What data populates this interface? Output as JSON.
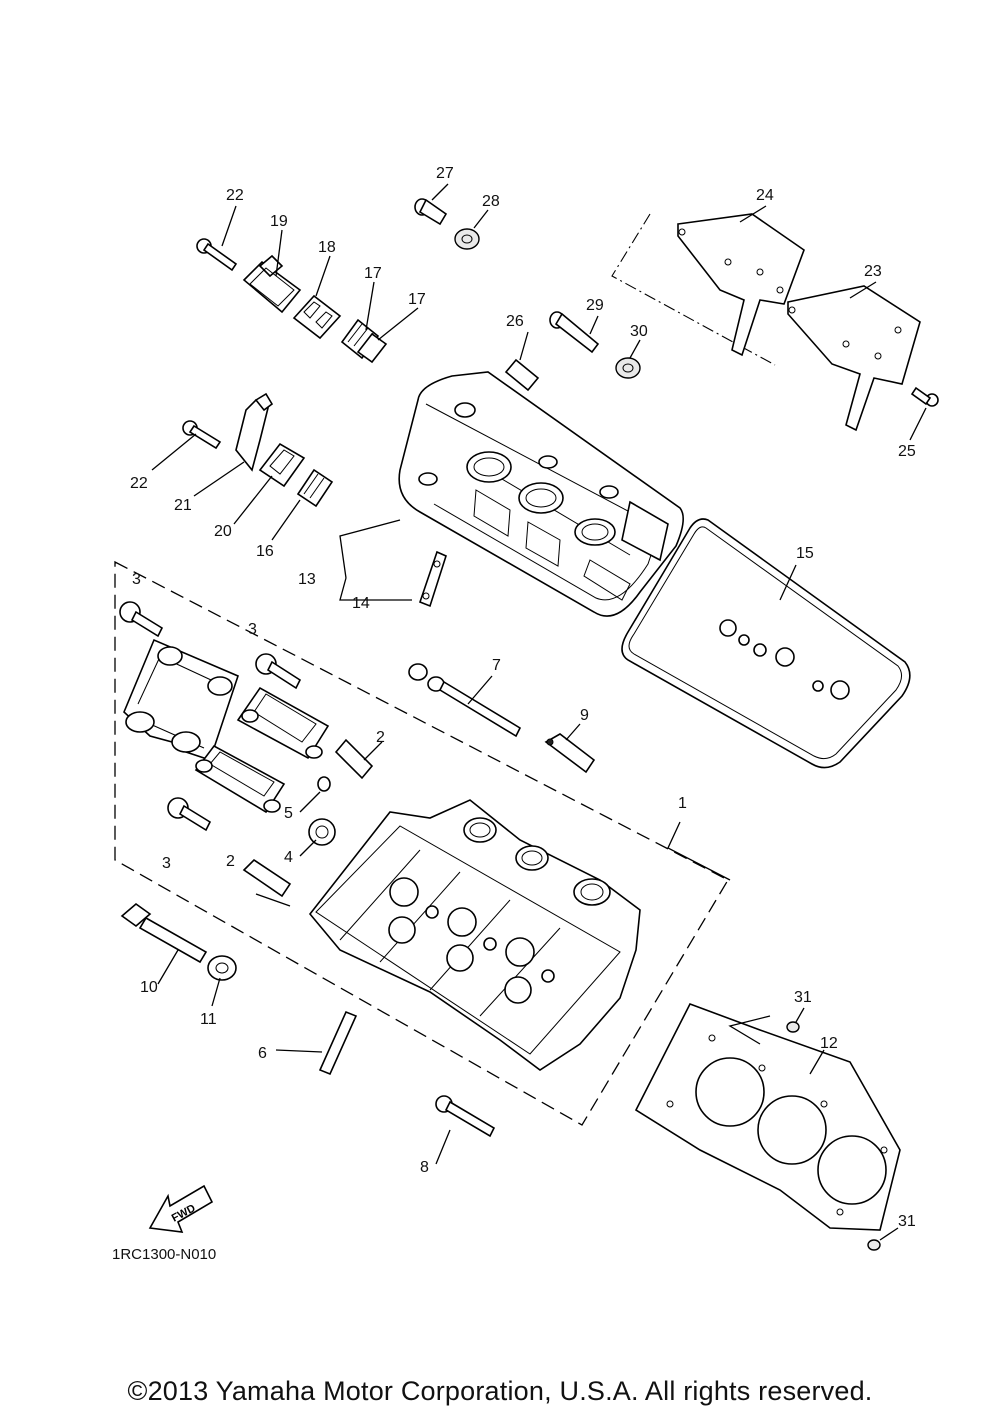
{
  "callouts": [
    {
      "id": "c1",
      "text": "1"
    },
    {
      "id": "c2a",
      "text": "2"
    },
    {
      "id": "c2b",
      "text": "2"
    },
    {
      "id": "c3a",
      "text": "3"
    },
    {
      "id": "c3b",
      "text": "3"
    },
    {
      "id": "c3c",
      "text": "3"
    },
    {
      "id": "c4",
      "text": "4"
    },
    {
      "id": "c5",
      "text": "5"
    },
    {
      "id": "c6",
      "text": "6"
    },
    {
      "id": "c7",
      "text": "7"
    },
    {
      "id": "c8",
      "text": "8"
    },
    {
      "id": "c9",
      "text": "9"
    },
    {
      "id": "c10",
      "text": "10"
    },
    {
      "id": "c11",
      "text": "11"
    },
    {
      "id": "c12",
      "text": "12"
    },
    {
      "id": "c13",
      "text": "13"
    },
    {
      "id": "c14",
      "text": "14"
    },
    {
      "id": "c15",
      "text": "15"
    },
    {
      "id": "c16",
      "text": "16"
    },
    {
      "id": "c17a",
      "text": "17"
    },
    {
      "id": "c17b",
      "text": "17"
    },
    {
      "id": "c18",
      "text": "18"
    },
    {
      "id": "c19",
      "text": "19"
    },
    {
      "id": "c20",
      "text": "20"
    },
    {
      "id": "c21",
      "text": "21"
    },
    {
      "id": "c22a",
      "text": "22"
    },
    {
      "id": "c22b",
      "text": "22"
    },
    {
      "id": "c23",
      "text": "23"
    },
    {
      "id": "c24",
      "text": "24"
    },
    {
      "id": "c25",
      "text": "25"
    },
    {
      "id": "c26",
      "text": "26"
    },
    {
      "id": "c27",
      "text": "27"
    },
    {
      "id": "c28",
      "text": "28"
    },
    {
      "id": "c29",
      "text": "29"
    },
    {
      "id": "c30",
      "text": "30"
    },
    {
      "id": "c31a",
      "text": "31"
    },
    {
      "id": "c31b",
      "text": "31"
    }
  ],
  "fwd_label": "FWD",
  "diagram_code": "1RC1300-N010",
  "copyright": "©2013 Yamaha Motor Corporation, U.S.A. All rights reserved."
}
